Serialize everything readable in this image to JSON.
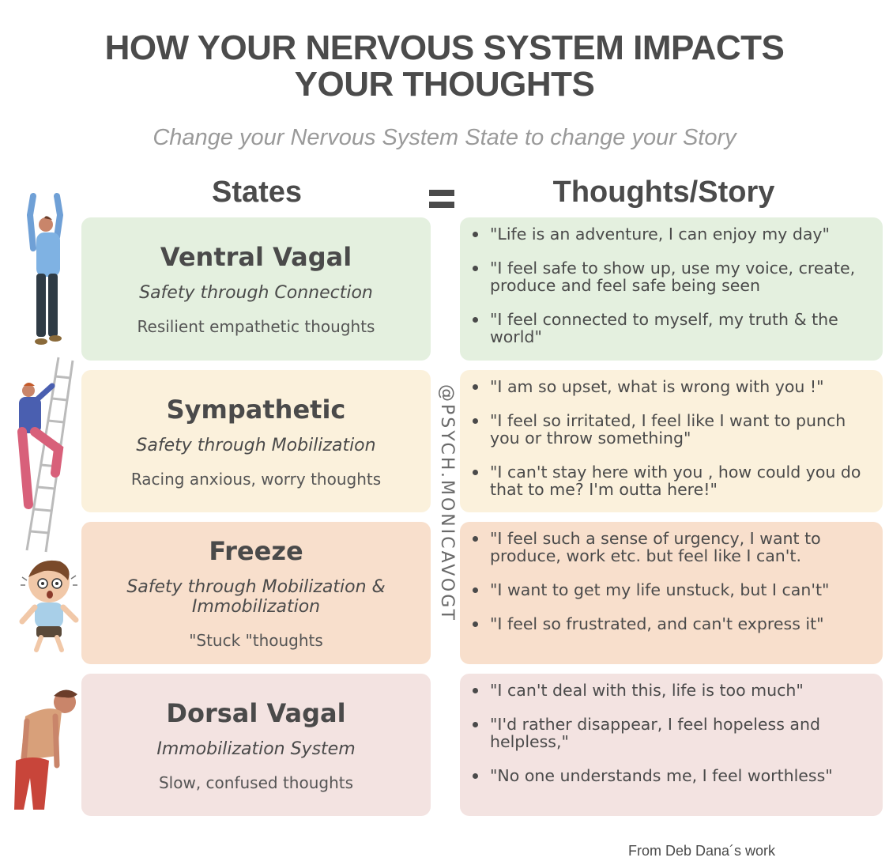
{
  "header": {
    "title_line1": "HOW YOUR NERVOUS SYSTEM IMPACTS",
    "title_line2": "YOUR THOUGHTS",
    "subtitle": "Change your Nervous System State to change your Story"
  },
  "columns": {
    "states": "States",
    "thoughts": "Thoughts/Story"
  },
  "rows": [
    {
      "name": "Ventral Vagal",
      "safety": "Safety through Connection",
      "thought_type": "Resilient empathetic thoughts",
      "color": "#e4f0df",
      "thoughts": [
        "\"Life is an adventure, I can enjoy my day\"",
        "\"I feel safe to show up, use my voice, create, produce and feel safe being seen",
        "\"I  feel connected to myself, my truth &  the world\""
      ]
    },
    {
      "name": "Sympathetic",
      "safety": "Safety through Mobilization",
      "thought_type": "Racing anxious, worry thoughts",
      "color": "#fbf1dc",
      "thoughts": [
        "\"I am so upset, what is wrong with you !\"",
        "\"I feel so irritated, I feel like I want to punch you or throw something\"",
        "\"I can't stay here with you , how could you do that to me? I'm outta here!\""
      ]
    },
    {
      "name": "Freeze",
      "safety": "Safety through Mobilization & Immobilization",
      "thought_type": "\"Stuck \"thoughts",
      "color": "#f8dfcc",
      "thoughts": [
        "\"I feel such a sense of urgency, I want to produce, work etc. but feel like I can't.",
        "\"I want to get my life unstuck, but I can't\"",
        "\"I feel so frustrated, and can't express it\""
      ]
    },
    {
      "name": "Dorsal Vagal",
      "safety": "Immobilization System",
      "thought_type": "Slow, confused thoughts",
      "color": "#f3e3e1",
      "thoughts": [
        "\"I can't deal with this, life is too much\"",
        "\"I'd rather disappear, I feel hopeless and helpless,\"",
        "\"No one understands me,  I feel worthless\""
      ]
    }
  ],
  "watermark": "@PSYCH.MONICAVOGT",
  "credit": "From Deb Dana´s work",
  "icons": [
    "person-arms-raised-icon",
    "person-climbing-ladder-icon",
    "scared-child-icon",
    "slumped-person-icon"
  ]
}
